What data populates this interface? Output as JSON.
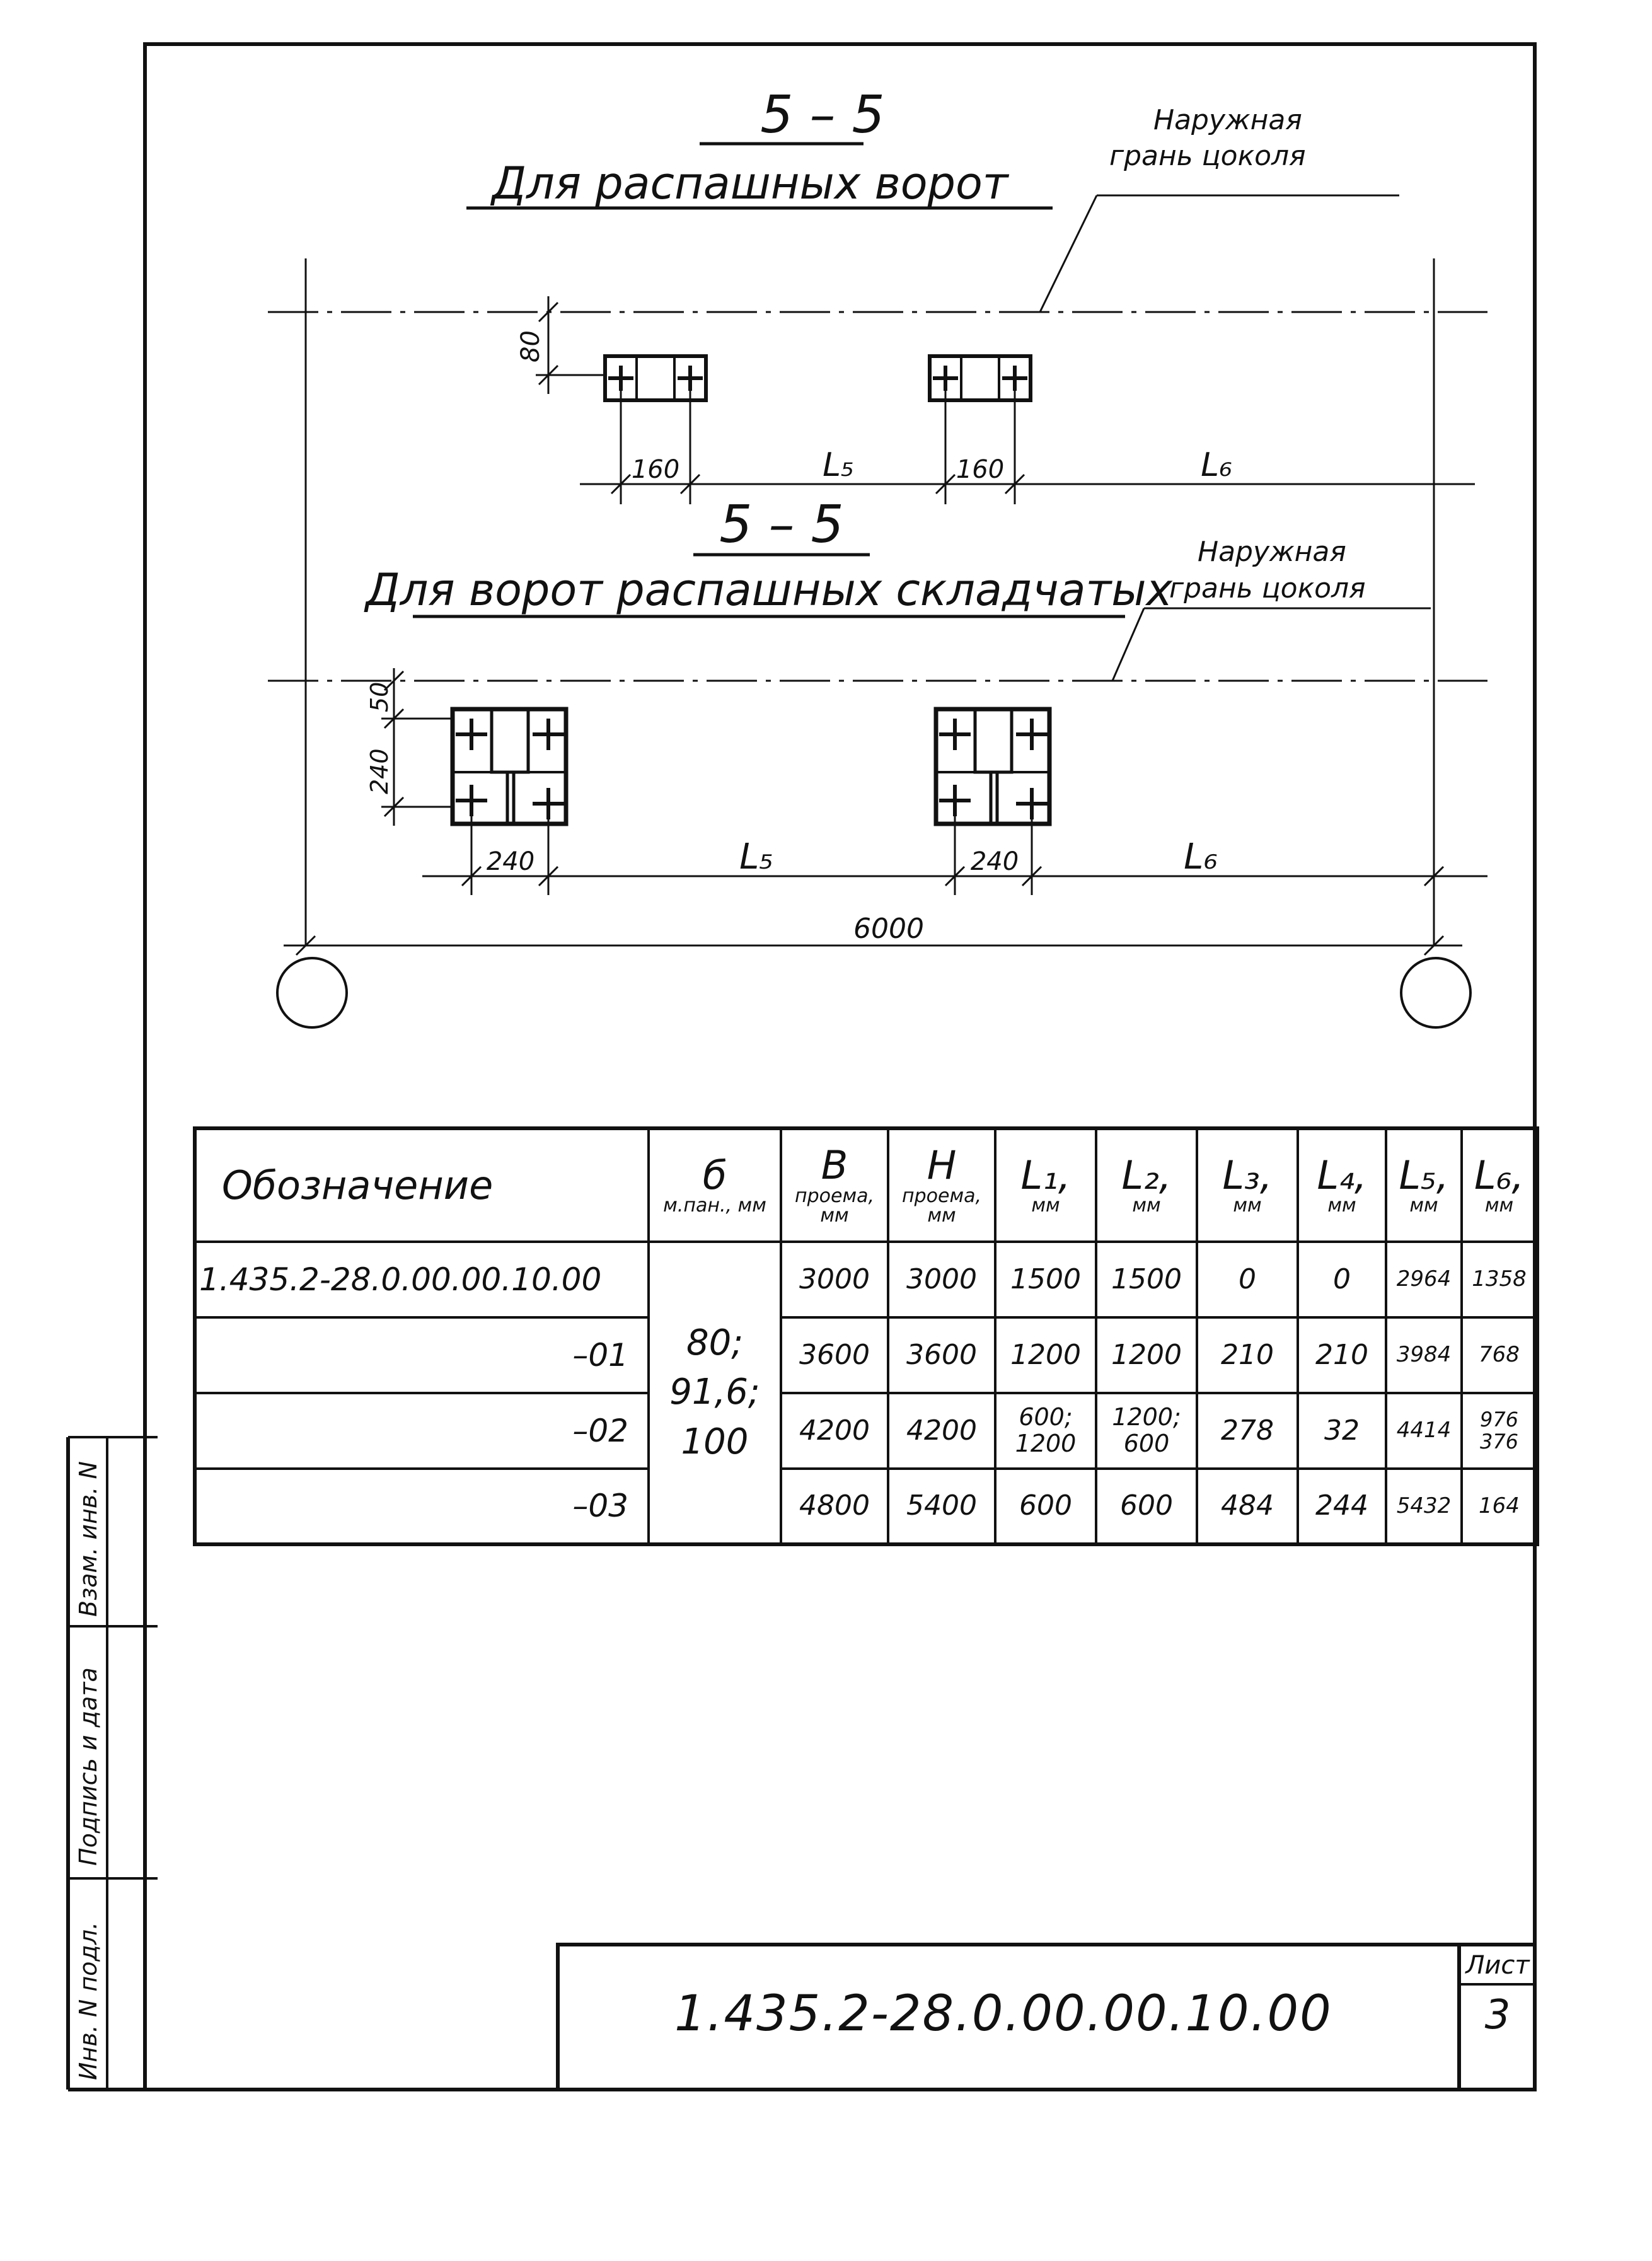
{
  "section_top": {
    "mark": "5 – 5",
    "title": "Для распашных ворот",
    "note_line1": "Наружная",
    "note_line2": "грань цоколя",
    "dim_offset": "80",
    "dim_plate_1": "160",
    "dim_plate_2": "160",
    "dim_L5": "L₅",
    "dim_L6": "L₆"
  },
  "section_bottom": {
    "mark": "5 – 5",
    "title": "Для ворот распашных складчатых",
    "note_line1": "Наружная",
    "note_line2": "грань цоколя",
    "dim_offset_top": "50",
    "dim_offset_side": "240",
    "dim_plate_1": "240",
    "dim_plate_2": "240",
    "dim_L5": "L₅",
    "dim_L6": "L₆",
    "dim_total": "6000"
  },
  "table": {
    "headers": [
      {
        "key": "code",
        "sym": "Обозначение",
        "unit": ""
      },
      {
        "key": "b",
        "sym": "б",
        "unit": "м.пан., мм"
      },
      {
        "key": "B",
        "sym": "В",
        "unit": "проема, мм"
      },
      {
        "key": "H",
        "sym": "Н",
        "unit": "проема, мм"
      },
      {
        "key": "L1",
        "sym": "L₁,",
        "unit": "мм"
      },
      {
        "key": "L2",
        "sym": "L₂,",
        "unit": "мм"
      },
      {
        "key": "L3",
        "sym": "L₃,",
        "unit": "мм"
      },
      {
        "key": "L4",
        "sym": "L₄,",
        "unit": "мм"
      },
      {
        "key": "L5",
        "sym": "L₅,",
        "unit": "мм"
      },
      {
        "key": "L6",
        "sym": "L₆,",
        "unit": "мм"
      }
    ],
    "thickness": "80; 91,6; 100",
    "rows": [
      {
        "code": "1.435.2-28.0.00.00.10.00",
        "B": "3000",
        "H": "3000",
        "L1": "1500",
        "L2": "1500",
        "L3": "0",
        "L4": "0",
        "L5": "2964",
        "L6": "1358"
      },
      {
        "code": "–01",
        "B": "3600",
        "H": "3600",
        "L1": "1200",
        "L2": "1200",
        "L3": "210",
        "L4": "210",
        "L5": "3984",
        "L6": "768"
      },
      {
        "code": "–02",
        "B": "4200",
        "H": "4200",
        "L1": "600; 1200",
        "L2": "1200; 600",
        "L3": "278",
        "L4": "32",
        "L5": "4414",
        "L6": "976 376"
      },
      {
        "code": "–03",
        "B": "4800",
        "H": "5400",
        "L1": "600",
        "L2": "600",
        "L3": "484",
        "L4": "244",
        "L5": "5432",
        "L6": "164"
      }
    ]
  },
  "title_block": {
    "code": "1.435.2-28.0.00.00.10.00",
    "sheet_label": "Лист",
    "sheet_number": "3"
  },
  "side_stamp": {
    "field1": "Инв. N подл.",
    "field2": "Подпись и дата",
    "field3": "Взам. инв. N"
  }
}
